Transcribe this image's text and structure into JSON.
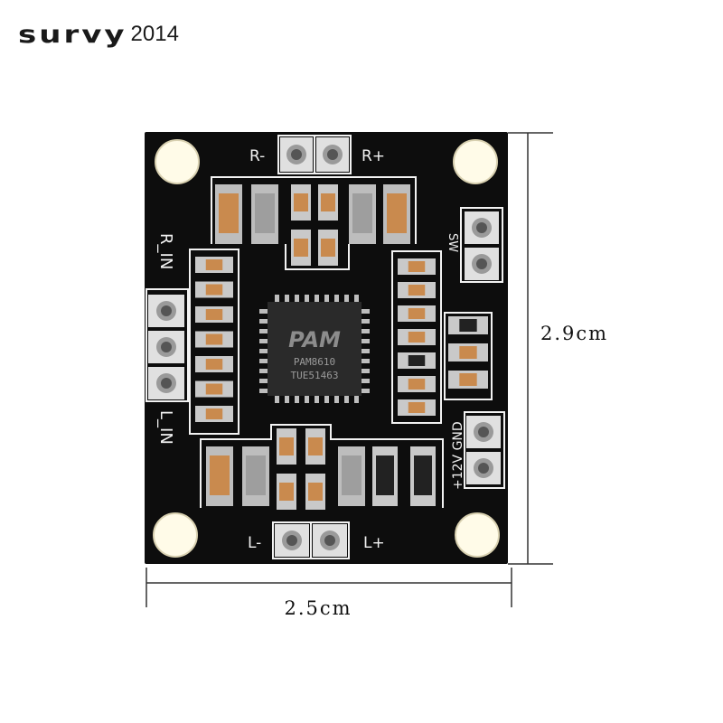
{
  "brand": {
    "logo_text": "survy",
    "year": "2014"
  },
  "dimensions": {
    "width_label": "2.5cm",
    "height_label": "2.9cm"
  },
  "board": {
    "labels": {
      "r_minus": "R-",
      "r_plus": "R+",
      "l_minus": "L-",
      "l_plus": "L+",
      "r_in": "R_IN",
      "l_in": "L_IN",
      "sw": "SW",
      "power": "+12V GND"
    },
    "chip": {
      "logo": "PAM",
      "part": "PAM8610",
      "code": "TUE51463"
    }
  },
  "colors": {
    "pcb": "#0d0d0d",
    "silkscreen": "#f2f2f2",
    "pad": "#c9c9c9",
    "mounting_hole": "#fffbe8",
    "capacitor": "#c98a4e",
    "dimension_line": "#333333"
  }
}
